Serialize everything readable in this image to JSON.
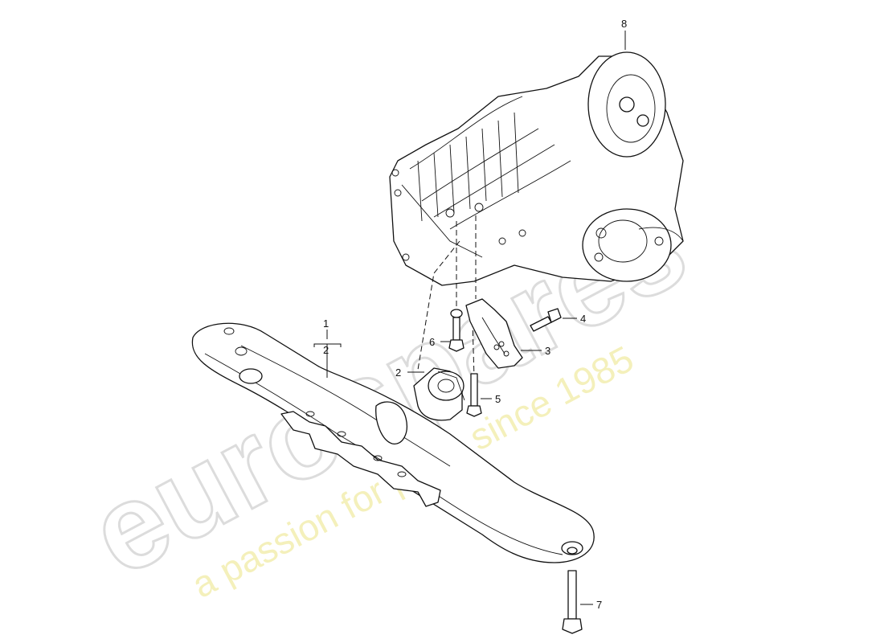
{
  "watermark": {
    "brand": "eurospares",
    "tagline": "a passion for parts since 1985"
  },
  "callouts": [
    {
      "id": "1",
      "label": "1"
    },
    {
      "id": "2a",
      "label": "2"
    },
    {
      "id": "2b",
      "label": "2"
    },
    {
      "id": "3",
      "label": "3"
    },
    {
      "id": "4",
      "label": "4"
    },
    {
      "id": "5",
      "label": "5"
    },
    {
      "id": "6",
      "label": "6"
    },
    {
      "id": "7",
      "label": "7"
    },
    {
      "id": "8",
      "label": "8"
    }
  ],
  "colors": {
    "line": "#111111",
    "watermark_gray": "#dcdcdc",
    "watermark_yellow": "#f3eeb0"
  }
}
